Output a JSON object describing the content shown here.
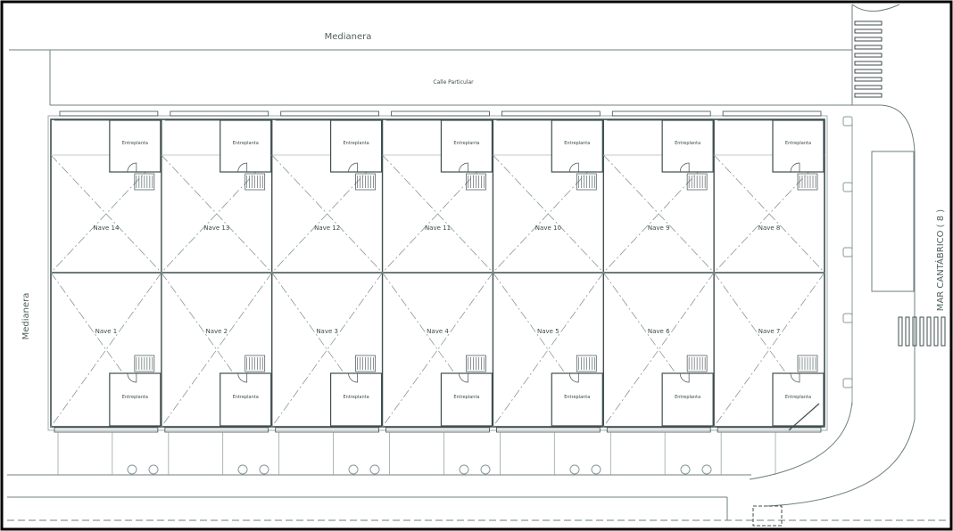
{
  "labels": {
    "top_street": "Medianera",
    "left_street": "Medianera",
    "private_road": "Calle Particular",
    "right_street": "MAR CANTÁBRICO ( 8 )",
    "mezzanine": "Entreplanta"
  },
  "naves_top": [
    "Nave 14",
    "Nave 13",
    "Nave 12",
    "Nave 11",
    "Nave 10",
    "Nave 9",
    "Nave 8"
  ],
  "naves_bottom": [
    "Nave 1",
    "Nave 2",
    "Nave 3",
    "Nave 4",
    "Nave 5",
    "Nave 6",
    "Nave 7"
  ],
  "colors": {
    "line": "#3f4e4e",
    "light_line": "#8a9898",
    "frame": "#000000",
    "background": "#ffffff"
  }
}
